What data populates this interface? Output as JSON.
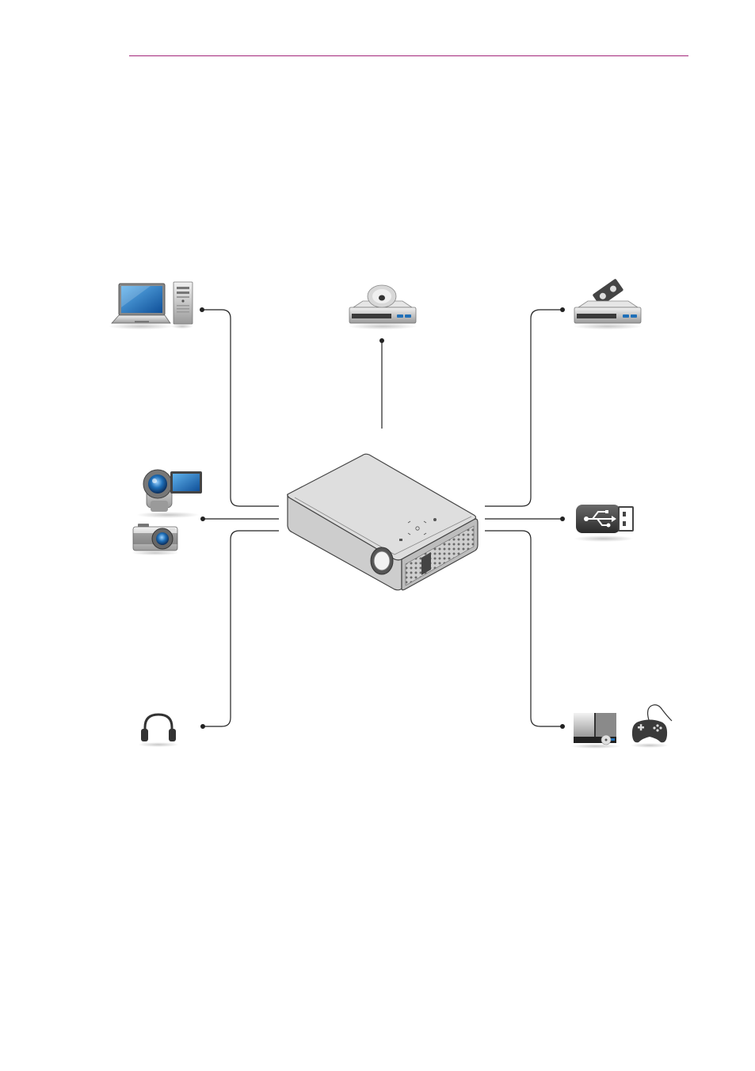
{
  "colors": {
    "header_rule": "#a3277a",
    "connector_line": "#222222",
    "device_blue": "#1f6fb8",
    "projector_body": "#d9d9d9"
  },
  "devices": [
    {
      "id": "pc",
      "icons": [
        "laptop-icon",
        "desktop-tower-icon"
      ]
    },
    {
      "id": "dvd",
      "icons": [
        "dvd-player-icon"
      ]
    },
    {
      "id": "vcr",
      "icons": [
        "vcr-icon"
      ]
    },
    {
      "id": "camera",
      "icons": [
        "camcorder-icon",
        "digital-camera-icon"
      ]
    },
    {
      "id": "usb",
      "icons": [
        "usb-drive-icon"
      ]
    },
    {
      "id": "headphones",
      "icons": [
        "headphones-icon"
      ]
    },
    {
      "id": "settop-game",
      "icons": [
        "set-top-box-icon",
        "gamepad-icon"
      ]
    }
  ],
  "center": {
    "icon": "projector-icon"
  }
}
